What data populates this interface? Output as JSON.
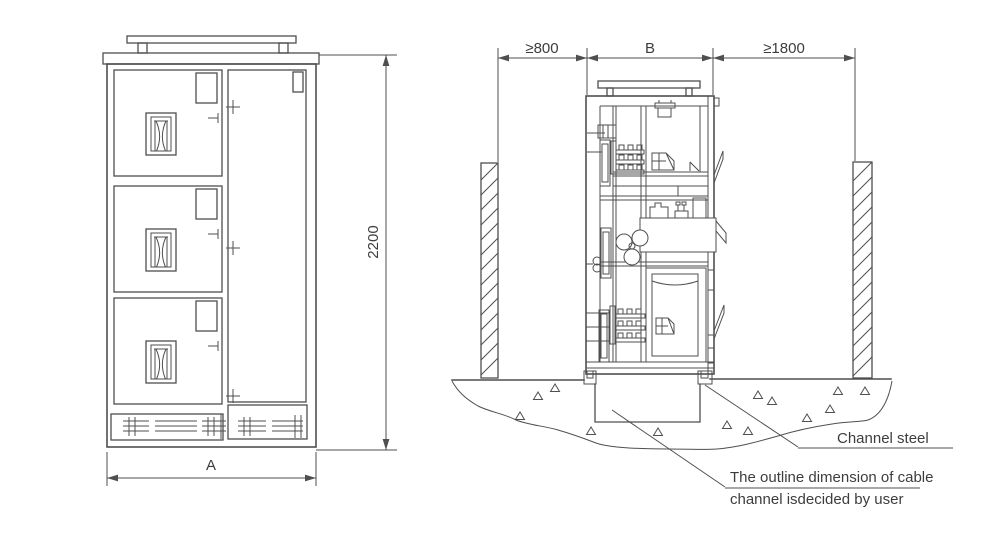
{
  "colors": {
    "line": "#4f4f4f",
    "text": "#3d3d3d",
    "background": "#ffffff"
  },
  "front_view": {
    "height_label": "2200",
    "width_label": "A"
  },
  "side_view": {
    "left_clearance_label": "≥800",
    "depth_label": "B",
    "right_clearance_label": "≥1800",
    "channel_steel_label": "Channel steel",
    "cable_channel_note_line1": "The outline dimension of cable",
    "cable_channel_note_line2": "channel isdecided by user"
  }
}
